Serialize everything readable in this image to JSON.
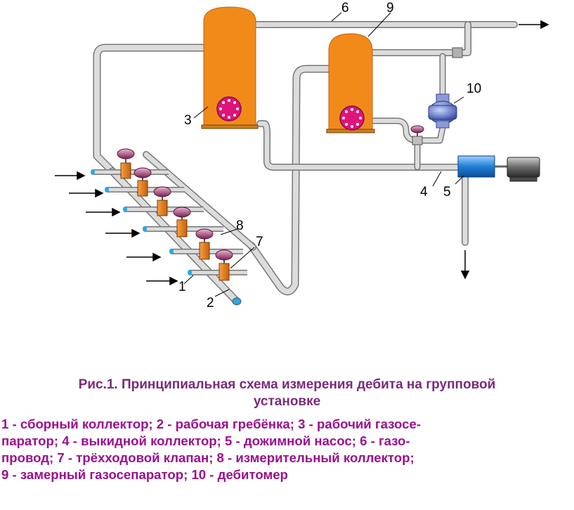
{
  "labels": {
    "n1": "1",
    "n2": "2",
    "n3": "3",
    "n4": "4",
    "n5": "5",
    "n6": "6",
    "n7": "7",
    "n8": "8",
    "n9": "9",
    "n10": "10"
  },
  "caption": {
    "title_line1": "Рис.1. Принципиальная схема измерения дебита на групповой",
    "title_line2": "установке",
    "legend_lines": [
      "1 - сборный коллектор; 2 - рабочая гребёнка; 3 - рабочий газосе-",
      "паратор; 4 - выкидной коллектор;  5 - дожимной насос; 6 - газо-",
      "провод; 7 - трёхходовой клапан; 8 - измерительный коллектор;",
      "9 - замерный газосепаратор; 10 - дебитомер"
    ]
  },
  "colors": {
    "pipe": "#d8d8d8",
    "separator": "#f28a1a",
    "hatch": "#e0137a",
    "pump": "#1f7fd6",
    "meter": "#6a7fc8",
    "valve_handle": "#a0506a",
    "title_text": "#7a2a7a",
    "legend_text": "#9b0f8f"
  }
}
